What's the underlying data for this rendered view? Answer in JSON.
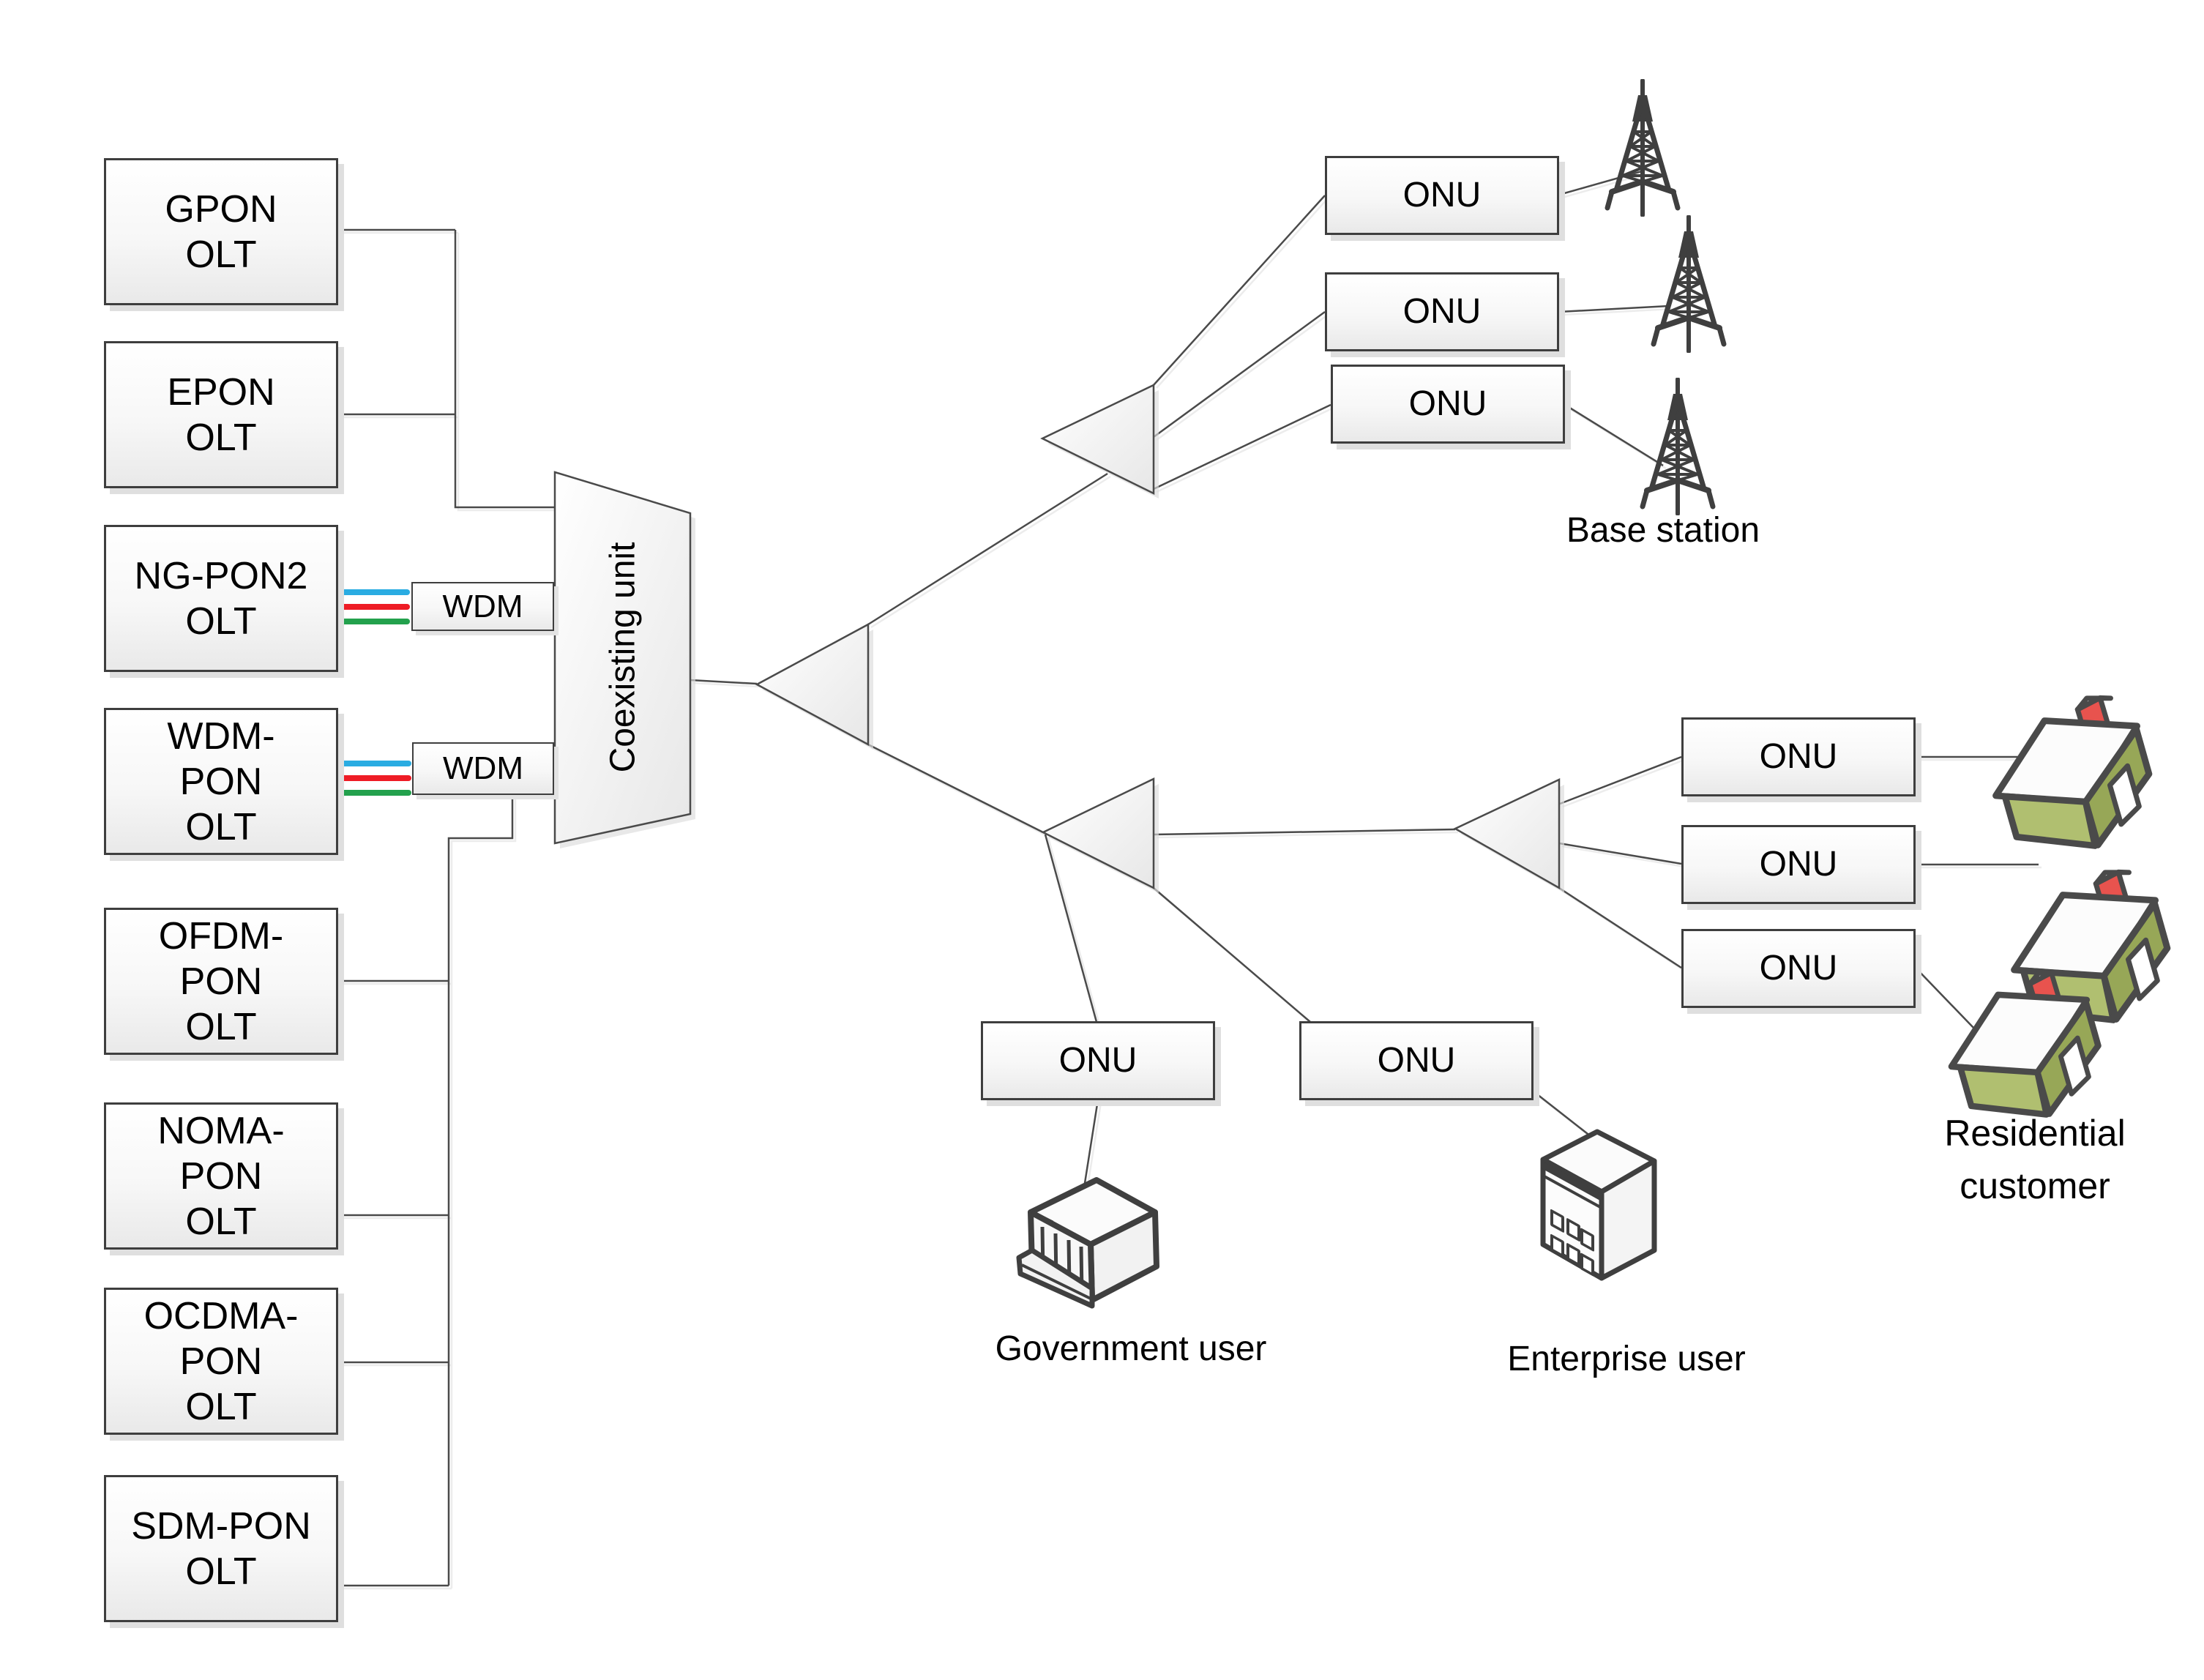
{
  "diagram": {
    "coexisting_unit_label": "Coexisting unit",
    "olt_boxes": [
      {
        "id": "gpon",
        "label": "GPON\nOLT"
      },
      {
        "id": "epon",
        "label": "EPON\nOLT"
      },
      {
        "id": "ng-pon2",
        "label": "NG-PON2\nOLT"
      },
      {
        "id": "wdm-pon",
        "label": "WDM-\nPON\nOLT"
      },
      {
        "id": "ofdm-pon",
        "label": "OFDM-\nPON\nOLT"
      },
      {
        "id": "noma-pon",
        "label": "NOMA-\nPON\nOLT"
      },
      {
        "id": "ocdma-pon",
        "label": "OCDMA-\nPON\nOLT"
      },
      {
        "id": "sdm-pon",
        "label": "SDM-PON\nOLT"
      }
    ],
    "wdm_boxes": [
      {
        "id": "wdm-1",
        "label": "WDM"
      },
      {
        "id": "wdm-2",
        "label": "WDM"
      }
    ],
    "onu_boxes": [
      {
        "id": "onu-base-1",
        "label": "ONU",
        "serves": "base-station"
      },
      {
        "id": "onu-base-2",
        "label": "ONU",
        "serves": "base-station"
      },
      {
        "id": "onu-base-3",
        "label": "ONU",
        "serves": "base-station"
      },
      {
        "id": "onu-government",
        "label": "ONU",
        "serves": "government-user"
      },
      {
        "id": "onu-enterprise",
        "label": "ONU",
        "serves": "enterprise-user"
      },
      {
        "id": "onu-residential-1",
        "label": "ONU",
        "serves": "residential-customer"
      },
      {
        "id": "onu-residential-2",
        "label": "ONU",
        "serves": "residential-customer"
      },
      {
        "id": "onu-residential-3",
        "label": "ONU",
        "serves": "residential-customer"
      }
    ],
    "user_labels": {
      "base_station": "Base station",
      "residential": "Residential\ncustomer",
      "government": "Government user",
      "enterprise": "Enterprise user"
    },
    "icons": {
      "towers": "cell-tower-icon",
      "houses": "house-icon",
      "government": "server-icon",
      "enterprise": "office-building-icon"
    },
    "colors": {
      "wavelength_blue": "#2aace2",
      "wavelength_red": "#ee1c25",
      "wavelength_green": "#23a14d",
      "connector": "#4a4a4a",
      "shape_border": "#4a4a4a",
      "tower": "#3f3f3f",
      "house_wall_light": "#b0bf70",
      "house_wall_dark": "#97a757",
      "house_chimney": "#e8534e"
    }
  }
}
